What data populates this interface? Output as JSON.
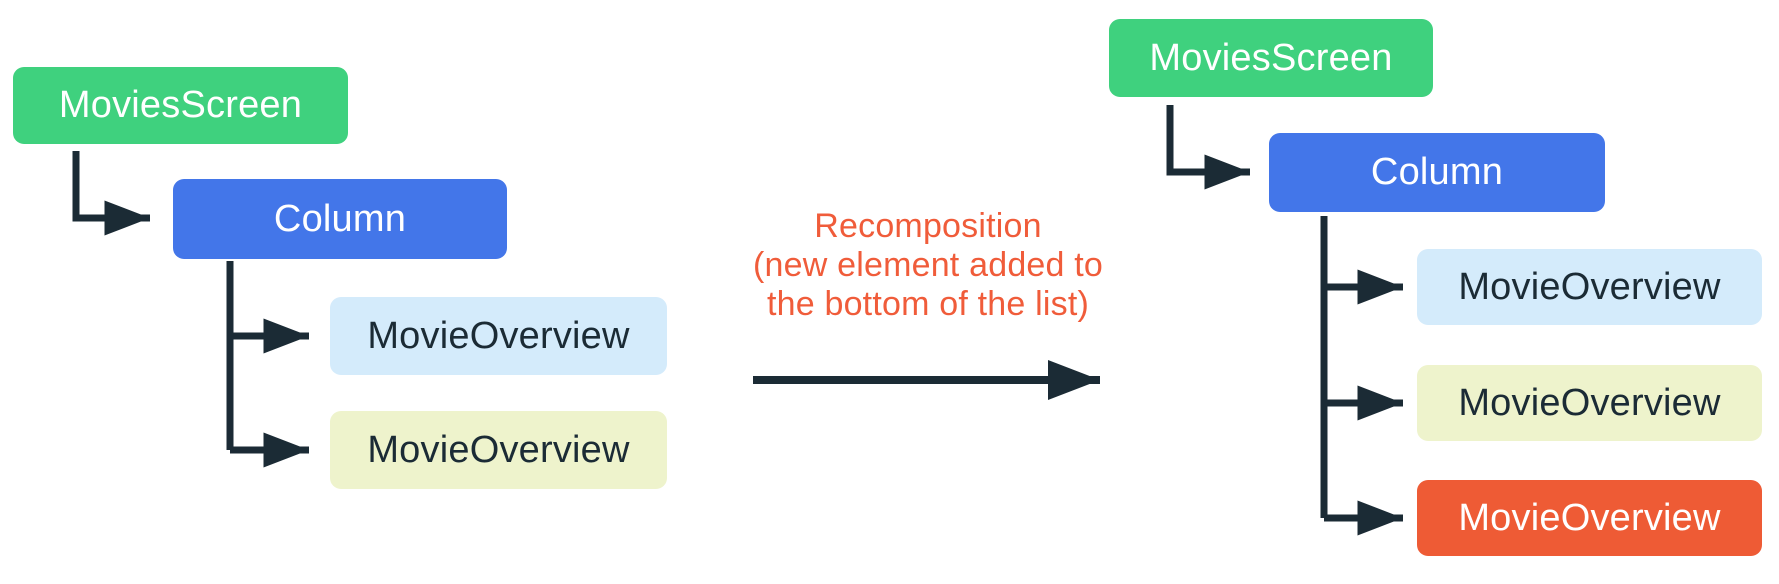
{
  "colors": {
    "node-green": "#3FD17E",
    "node-blue": "#4376E9",
    "node-lightblue": "#D4EBFB",
    "node-paleyellow": "#EEF3CC",
    "node-orange": "#EE5B35",
    "connector": "#1B2B35",
    "annotation-orange": "#F05C3A",
    "text-light": "#FFFFFF",
    "text-dark": "#1B2B35"
  },
  "left_tree": {
    "root": "MoviesScreen",
    "container": "Column",
    "children": [
      {
        "label": "MovieOverview",
        "variant": "lightblue"
      },
      {
        "label": "MovieOverview",
        "variant": "paleyellow"
      }
    ]
  },
  "annotation": {
    "line1": "Recomposition",
    "line2": "(new element added to",
    "line3": "the bottom of the list)"
  },
  "right_tree": {
    "root": "MoviesScreen",
    "container": "Column",
    "children": [
      {
        "label": "MovieOverview",
        "variant": "lightblue"
      },
      {
        "label": "MovieOverview",
        "variant": "paleyellow"
      },
      {
        "label": "MovieOverview",
        "variant": "orange"
      }
    ]
  }
}
